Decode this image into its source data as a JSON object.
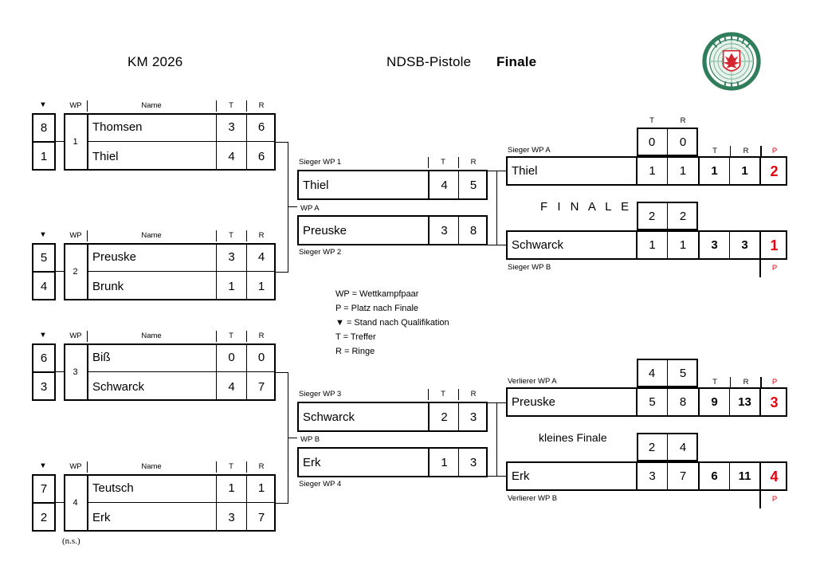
{
  "header": {
    "left_title": "KM 2026",
    "center_title": "NDSB-Pistole",
    "center_title_bold": "Finale",
    "logo_alt": "club-emblem"
  },
  "column_headers": {
    "rank": "▼",
    "wp": "WP",
    "name": "Name",
    "t": "T",
    "r": "R",
    "p": "P"
  },
  "qualification": {
    "note": "(n.s.)",
    "pairs": [
      {
        "wp": "1",
        "rows": [
          {
            "seed": "8",
            "name": "Thomsen",
            "t": "3",
            "r": "6"
          },
          {
            "seed": "1",
            "name": "Thiel",
            "t": "4",
            "r": "6"
          }
        ]
      },
      {
        "wp": "2",
        "rows": [
          {
            "seed": "5",
            "name": "Preuske",
            "t": "3",
            "r": "4"
          },
          {
            "seed": "4",
            "name": "Brunk",
            "t": "1",
            "r": "1"
          }
        ]
      },
      {
        "wp": "3",
        "rows": [
          {
            "seed": "6",
            "name": "Biß",
            "t": "0",
            "r": "0"
          },
          {
            "seed": "3",
            "name": "Schwarck",
            "t": "4",
            "r": "7"
          }
        ]
      },
      {
        "wp": "4",
        "rows": [
          {
            "seed": "7",
            "name": "Teutsch",
            "t": "1",
            "r": "1"
          },
          {
            "seed": "2",
            "name": "Erk",
            "t": "3",
            "r": "7"
          }
        ]
      }
    ]
  },
  "semifinals": [
    {
      "pair_label": "WP A",
      "top_label": "Sieger  WP 1",
      "bottom_label": "Sieger  WP 2",
      "top": {
        "name": "Thiel",
        "t": "4",
        "r": "5"
      },
      "bottom": {
        "name": "Preuske",
        "t": "3",
        "r": "8"
      }
    },
    {
      "pair_label": "WP B",
      "top_label": "Sieger  WP 3",
      "bottom_label": "Sieger  WP 4",
      "top": {
        "name": "Schwarck",
        "t": "2",
        "r": "3"
      },
      "bottom": {
        "name": "Erk",
        "t": "1",
        "r": "3"
      }
    }
  ],
  "finals": {
    "big": {
      "title": "F I N A L E",
      "top": {
        "source_label": "Sieger  WP A",
        "name": "Thiel",
        "prev_t": "0",
        "prev_r": "0",
        "t": "1",
        "r": "1",
        "total_t": "1",
        "total_r": "1",
        "place": "2"
      },
      "bottom": {
        "source_label": "Sieger  WP B",
        "name": "Schwarck",
        "prev_t": "2",
        "prev_r": "2",
        "t": "1",
        "r": "1",
        "total_t": "3",
        "total_r": "3",
        "place": "1"
      }
    },
    "small": {
      "title": "kleines Finale",
      "top": {
        "source_label": "Verlierer  WP A",
        "name": "Preuske",
        "prev_t": "4",
        "prev_r": "5",
        "t": "5",
        "r": "8",
        "total_t": "9",
        "total_r": "13",
        "place": "3"
      },
      "bottom": {
        "source_label": "Verlierer  WP B",
        "name": "Erk",
        "prev_t": "2",
        "prev_r": "4",
        "t": "3",
        "r": "7",
        "total_t": "6",
        "total_r": "11",
        "place": "4"
      }
    }
  },
  "legend": [
    "WP = Wettkampfpaar",
    "P = Platz nach Finale",
    "▼ = Stand nach Qualifikation",
    "T = Treffer",
    "R = Ringe"
  ],
  "colors": {
    "accent_red": "#e8000d",
    "logo_green": "#2f7d5a",
    "logo_red": "#d4242f",
    "line": "#000000"
  }
}
